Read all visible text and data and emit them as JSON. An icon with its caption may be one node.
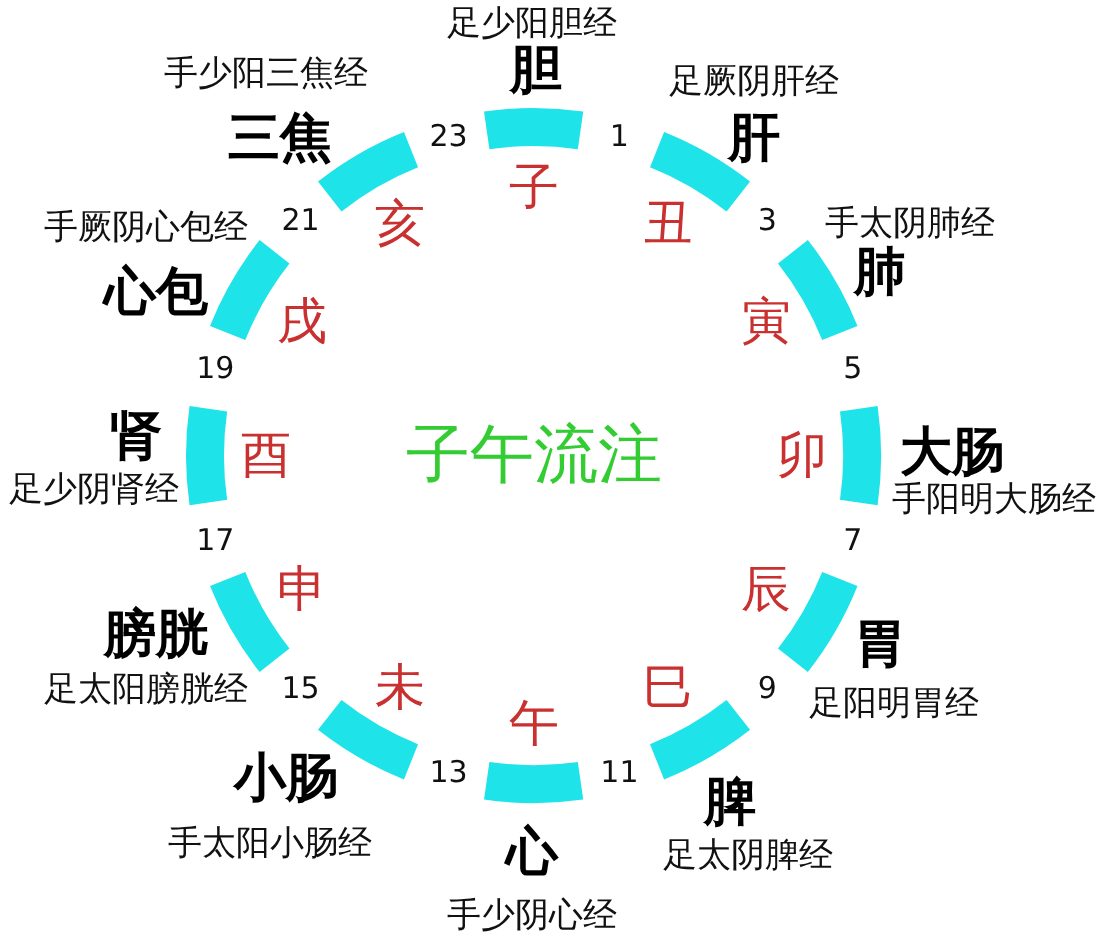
{
  "diagram": {
    "title": "子午流注",
    "nodes": [
      {
        "text": [
          "足少阳胆经",
          "胆"
        ],
        "beside": [
          "子"
        ]
      },
      {
        "text": [
          "足厥阴肝经",
          "肝"
        ],
        "beside": [
          "丑"
        ]
      },
      {
        "text": [
          "手太阴肺经",
          "肺"
        ],
        "beside": [
          "寅"
        ]
      },
      {
        "text": [
          "大肠",
          "手阳明大肠经"
        ],
        "beside": [
          "卯"
        ]
      },
      {
        "text": [
          "胃",
          "足阳明胃经"
        ],
        "beside": [
          "辰"
        ]
      },
      {
        "text": [
          "脾",
          "足太阴脾经"
        ],
        "beside": [
          "巳"
        ]
      },
      {
        "text": [
          "心",
          "手少阴心经"
        ],
        "beside": [
          "午"
        ]
      },
      {
        "text": [
          "小肠",
          "手太阳小肠经"
        ],
        "beside": [
          "未"
        ]
      },
      {
        "text": [
          "膀胱",
          "足太阳膀胱经"
        ],
        "beside": [
          "申"
        ]
      },
      {
        "text": [
          "肾",
          "足少阴肾经"
        ],
        "beside": [
          "酉"
        ]
      },
      {
        "text": [
          "手厥阴心包经",
          "心包"
        ],
        "beside": [
          "戌"
        ]
      },
      {
        "text": [
          "手少阳三焦经",
          "三焦"
        ],
        "beside": [
          "亥"
        ]
      }
    ],
    "labels": [
      "23",
      "1",
      "3",
      "5",
      "7",
      "9",
      "11",
      "13",
      "15",
      "17",
      "19",
      "21"
    ]
  }
}
